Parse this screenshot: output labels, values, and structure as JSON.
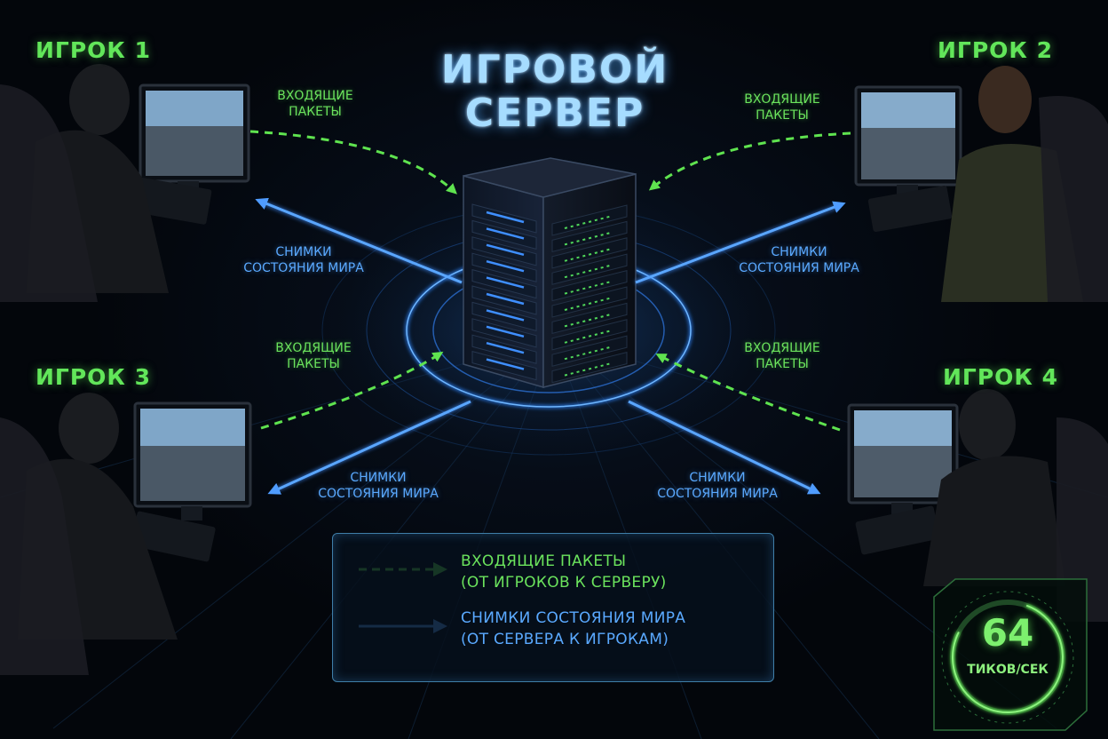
{
  "title": "ИГРОВОЙ\nСЕРВЕР",
  "players": [
    {
      "name": "ИГРОК 1"
    },
    {
      "name": "ИГРОК 2"
    },
    {
      "name": "ИГРОК 3"
    },
    {
      "name": "ИГРОК 4"
    }
  ],
  "arrows": {
    "incoming_label": "ВХОДЯЩИЕ\nПАКЕТЫ",
    "outgoing_label": "СНИМКИ\nСОСТОЯНИЯ МИРА"
  },
  "legend": {
    "incoming": "ВХОДЯЩИЕ ПАКЕТЫ\n(ОТ ИГРОКОВ К СЕРВЕРУ)",
    "outgoing": "СНИМКИ СОСТОЯНИЯ МИРА\n(ОТ СЕРВЕРА К ИГРОКАМ)"
  },
  "tick_rate": {
    "value": "64",
    "unit": "ТИКОВ/СЕК"
  },
  "colors": {
    "incoming": "#5fe34f",
    "outgoing": "#3f8fff",
    "background": "#03060b"
  }
}
